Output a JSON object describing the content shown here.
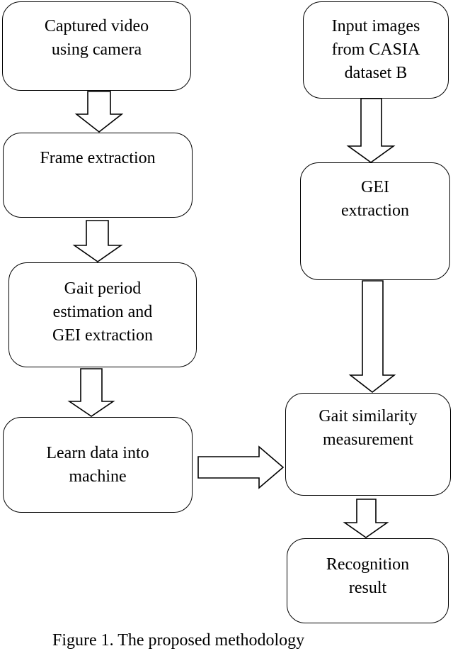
{
  "nodes": {
    "captured_video": "Captured video\nusing camera",
    "frame_extraction": "Frame extraction",
    "gait_period": "Gait period\nestimation and\nGEI extraction",
    "learn_data": "Learn data into\nmachine",
    "input_images": "Input images\nfrom CASIA\ndataset B",
    "gei_extraction": "GEI\nextraction",
    "gait_similarity": "Gait similarity\nmeasurement",
    "recognition_result": "Recognition\nresult"
  },
  "caption": "Figure 1. The proposed methodology"
}
